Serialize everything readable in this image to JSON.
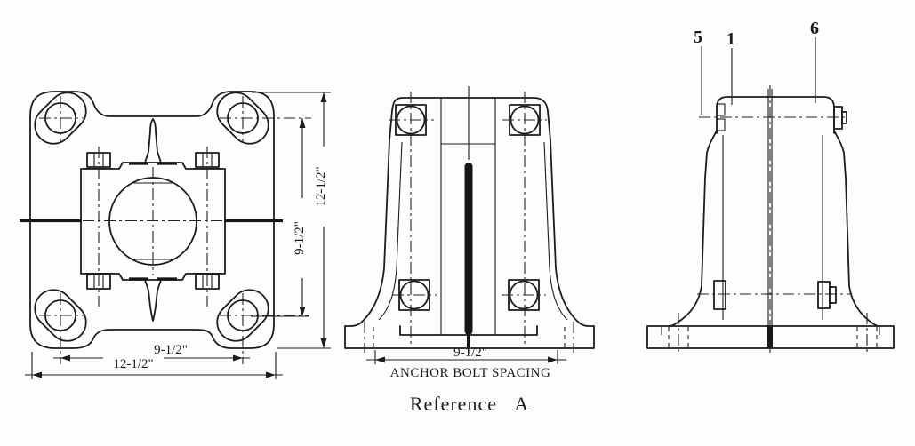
{
  "caption": "Reference A",
  "views": {
    "top_view": {
      "dims": {
        "height_outer": "12-1/2\"",
        "height_inner": "9-1/2\"",
        "width_inner": "9-1/2\"",
        "width_outer": "12-1/2\""
      }
    },
    "front_view": {
      "dims": {
        "anchor_spacing": "9-1/2\""
      },
      "labels": {
        "anchor_spacing": "ANCHOR BOLT SPACING"
      }
    },
    "side_view": {
      "callouts": {
        "c5": "5",
        "c1": "1",
        "c6": "6"
      }
    }
  },
  "colors": {
    "ink": "#1c1c1c",
    "paper": "#fdfdfc"
  }
}
